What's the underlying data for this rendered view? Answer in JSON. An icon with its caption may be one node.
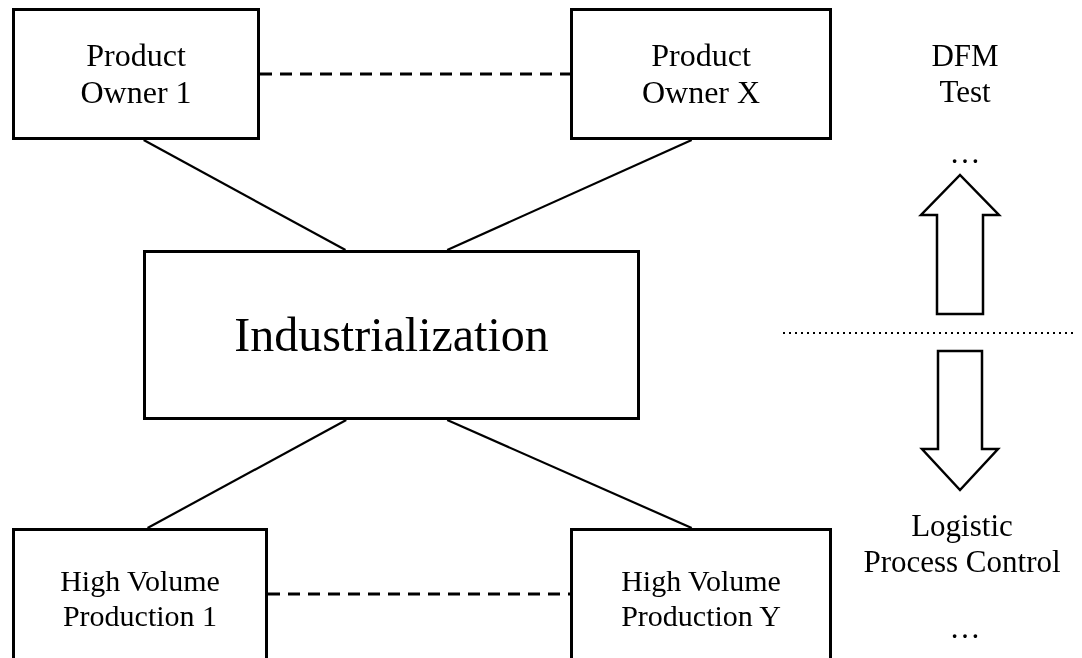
{
  "diagram": {
    "nodes": [
      {
        "text": [
          "Product Owner 1"
        ]
      },
      {
        "text": [
          "Product Owner X"
        ]
      },
      {
        "text": [
          "Industrialization"
        ]
      },
      {
        "text": [
          "High Volume Production 1"
        ]
      },
      {
        "text": [
          "High Volume Production Y"
        ]
      }
    ],
    "edges": [
      {
        "from": 0,
        "to": 1,
        "arrow": "none",
        "style": "dashed"
      },
      {
        "from": 0,
        "to": 2,
        "arrow": "none"
      },
      {
        "from": 1,
        "to": 2,
        "arrow": "none"
      },
      {
        "from": 2,
        "to": 3,
        "arrow": "none"
      },
      {
        "from": 2,
        "to": 4,
        "arrow": "none"
      },
      {
        "from": 3,
        "to": 4,
        "arrow": "none",
        "style": "dashed"
      }
    ],
    "labels": [
      "DFM Test",
      "…",
      "Logistic Process Control",
      "…"
    ]
  }
}
